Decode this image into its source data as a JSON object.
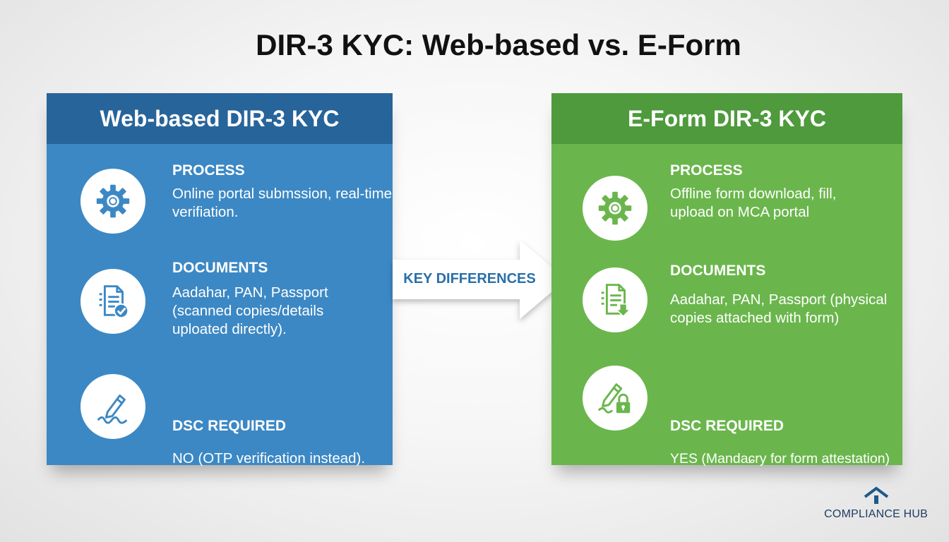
{
  "title": "DIR-3 KYC: Web-based vs. E-Form",
  "colors": {
    "left_header": "#27649a",
    "left_body": "#3c88c4",
    "right_header": "#4e9a3c",
    "right_body": "#6ab64c",
    "arrow_text": "#2a6fa8"
  },
  "left_panel": {
    "title": "Web-based DIR-3 KYC",
    "sections": [
      {
        "icon": "gear-icon",
        "heading": "PROCESS",
        "text": "Online portal submssion, real-time verifiation."
      },
      {
        "icon": "document-check-icon",
        "heading": "DOCUMENTS",
        "text": "Aadahar, PAN, Passport (scanned copies/details uploated directly)."
      },
      {
        "icon": "pen-signature-icon",
        "heading": "DSC REQUIRED",
        "text": "NO (OTP verification instead)."
      }
    ]
  },
  "arrow": {
    "label": "KEY DIFFERENCES"
  },
  "right_panel": {
    "title": "E-Form DIR-3 KYC",
    "sections": [
      {
        "icon": "gear-icon",
        "heading": "PROCESS",
        "text": "Offline form download, fill, upload on MCA portal"
      },
      {
        "icon": "document-download-icon",
        "heading": "DOCUMENTS",
        "text": "Aadahar, PAN, Passport (physical copies attached with form)"
      },
      {
        "icon": "pen-lock-icon",
        "heading": "DSC REQUIRED",
        "text": "YES (Mandaɕry for form attestation)"
      }
    ]
  },
  "brand": {
    "name": "COMPLIANCE HUB",
    "icon": "house-icon"
  }
}
